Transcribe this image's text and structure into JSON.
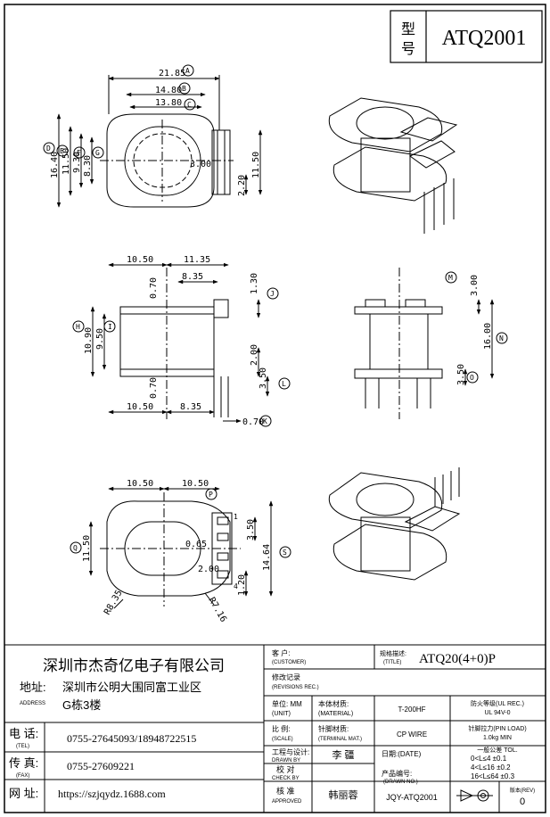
{
  "model": {
    "label": [
      "型",
      "号"
    ],
    "value": "ATQ2001"
  },
  "views": {
    "top": {
      "dims": {
        "w": "21.85",
        "b": "14.80",
        "c": "13.80",
        "h1": "16.40",
        "h2": "11.50",
        "h3": "9.30",
        "h4": "8.30",
        "mid": "3.00",
        "r1": "2.20",
        "r2": "11.50"
      },
      "labels": {
        "A": "A",
        "B": "B",
        "C": "C",
        "D": "D",
        "E": "E",
        "F": "F",
        "G": "G"
      }
    },
    "side": {
      "dims": {
        "l1": "10.50",
        "l2": "11.35",
        "l3": "8.35",
        "t1": "0.70",
        "t2": "1.30",
        "h": "10.90",
        "i": "9.50",
        "b1": "0.70",
        "b2": "2.00",
        "b3": "3.50",
        "bl1": "10.50",
        "bl2": "8.35",
        "pin": "0.70"
      },
      "labels": {
        "H": "H",
        "I": "I",
        "J": "J",
        "K": "K",
        "L": "L"
      }
    },
    "front": {
      "dims": {
        "m": "3.00",
        "n": "16.00",
        "o": "3.50"
      },
      "labels": {
        "M": "M",
        "N": "N",
        "O": "O"
      }
    },
    "bottom": {
      "dims": {
        "l1": "10.50",
        "l2": "10.50",
        "q": "11.50",
        "s": "14.64",
        "d1": "3.50",
        "d2": "0.65",
        "d3": "2.00",
        "d4": "1.20",
        "r1": "R8.35",
        "r2": "R7.16",
        "n1": "1",
        "n4": "4"
      },
      "labels": {
        "P": "P",
        "Q": "Q",
        "S": "S"
      }
    }
  },
  "title_block": {
    "company": "深圳市杰奇亿电子有限公司",
    "address_label": "地址:",
    "address_sub": "ADDRESS",
    "address_line1": "深圳市公明大围同富工业区",
    "address_line2": "G栋3楼",
    "tel_label": "电 话:",
    "tel_sub": "(TEL)",
    "tel": "0755-27645093/18948722515",
    "fax_label": "传 真:",
    "fax_sub": "(FAX)",
    "fax": "0755-27609221",
    "web_label": "网 址:",
    "web": "https://szjqydz.1688.com",
    "customer_label": "客 户:",
    "customer_sub": "(CUSTOMER)",
    "title_label": "规格描述:",
    "title_sub": "(TITLE)",
    "title": "ATQ20(4+0)P",
    "revisions_label": "修改记录",
    "revisions_sub": "(REVISIONS REC.)",
    "unit_label": "单位: MM",
    "unit_sub": "(UNIT)",
    "material_label": "本体材质:",
    "material_sub": "(MATERIAL)",
    "material": "T-200HF",
    "flame_label": "防火等级(UL REC.)",
    "flame": "UL 94V-0",
    "scale_label": "比 例:",
    "scale_sub": "(SCALE)",
    "terminal_label": "针脚材质:",
    "terminal_sub": "(TERMINAL MAT.)",
    "terminal": "CP WIRE",
    "pin_load_label": "针脚拉力(PIN LOAD)",
    "pin_load": "1.0kg MIN",
    "drawn_label": "工程与设计:",
    "drawn_sub": "DRAWN BY",
    "drawn": "李 疆",
    "date_label": "日期:(DATE)",
    "tol_label": "一般公差 TOL.",
    "tol": [
      "0<L≤4  ±0.1",
      "4<L≤16 ±0.2",
      "16<L≤64 ±0.3"
    ],
    "check_label": "校 对",
    "check_sub": "CHECK BY",
    "product_label": "产品编号:",
    "product_sub": "(DRAWN NO.)",
    "product": "JQY-ATQ2001",
    "approved_label": "核 准",
    "approved_sub": "APPROVED",
    "approved": "韩丽蓉",
    "rev_label": "版本(REV)",
    "rev": "0"
  }
}
